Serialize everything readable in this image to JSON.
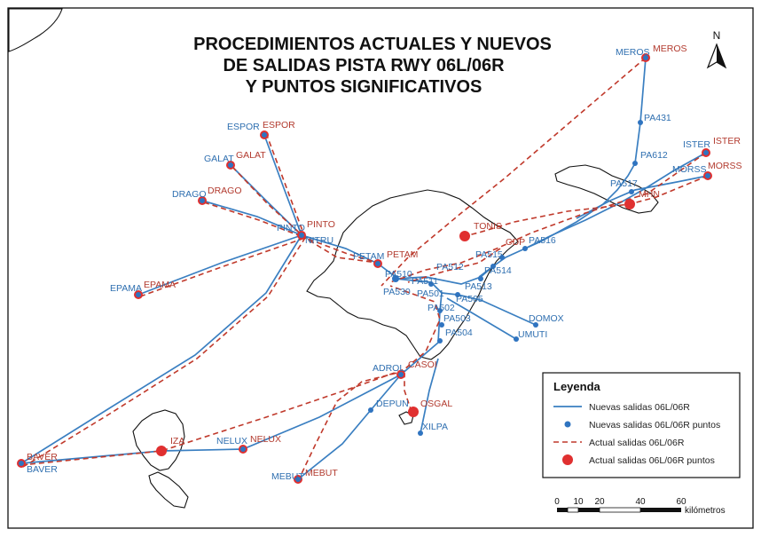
{
  "title_lines": [
    "PROCEDIMIENTOS ACTUALES Y NUEVOS",
    "DE  SALIDAS PISTA RWY 06L/06R",
    "Y PUNTOS SIGNIFICATIVOS"
  ],
  "north_label": "N",
  "colors": {
    "new_routes": "#3a7fc1",
    "current_routes": "#c0392b",
    "land_outline": "#111111"
  },
  "legend": {
    "title": "Leyenda",
    "items": [
      {
        "label": "Nuevas salidas 06L/06R",
        "symbol": "solid-line"
      },
      {
        "label": "Nuevas salidas 06L/06R puntos",
        "symbol": "blue-dot"
      },
      {
        "label": "Actual salidas 06L/06R",
        "symbol": "dashed-line"
      },
      {
        "label": "Actual salidas 06L/06R puntos",
        "symbol": "red-dot"
      }
    ]
  },
  "scale": {
    "ticks": [
      "0",
      "10",
      "20",
      "40",
      "60"
    ],
    "unit": "kilómetros"
  },
  "labels": {
    "meros_b": "MEROS",
    "meros_r": "MEROS",
    "pa431": "PA431",
    "pa612": "PA612",
    "ister_b": "ISTER",
    "ister_r": "ISTER",
    "morss_b": "MORSS",
    "morss_r": "MORSS",
    "pa517": "PA517",
    "mhn": "MHN",
    "espor_b": "ESPOR",
    "espor_r": "ESPOR",
    "galat_b": "GALAT",
    "galat_r": "GALAT",
    "drago_b": "DRAGO",
    "drago_r": "DRAGO",
    "pinto_b": "PINTO",
    "pinto_r": "PINTO",
    "nitru": "NITRU",
    "epama_b": "EPAMA",
    "epama_r": "EPAMA",
    "petam_b": "PETAM",
    "petam_r": "PETAM",
    "tonis": "TONIS",
    "cdp": "CDP",
    "pa516": "PA516",
    "pa515": "PA515",
    "pa514": "PA514",
    "pa512": "PA512",
    "pa513": "PA513",
    "pa510": "PA510",
    "pa511": "PA511",
    "pa530": "PA530",
    "pa501": "PA501",
    "pa505": "PA505",
    "pa502": "PA502",
    "pa503": "PA503",
    "pa504": "PA504",
    "domox": "DOMOX",
    "umuti": "UMUTI",
    "adrol": "ADROL",
    "casoi": "CASOI",
    "osgal": "OSGAL",
    "depun": "DEPUN",
    "xilpa": "XILPA",
    "baver_r": "BAVER",
    "baver_b": "BAVER",
    "iza": "IZA",
    "nelux_b": "NELUX",
    "nelux_r": "NELUX",
    "mebut_b": "MEBUT",
    "mebut_r": "MEBUT"
  }
}
